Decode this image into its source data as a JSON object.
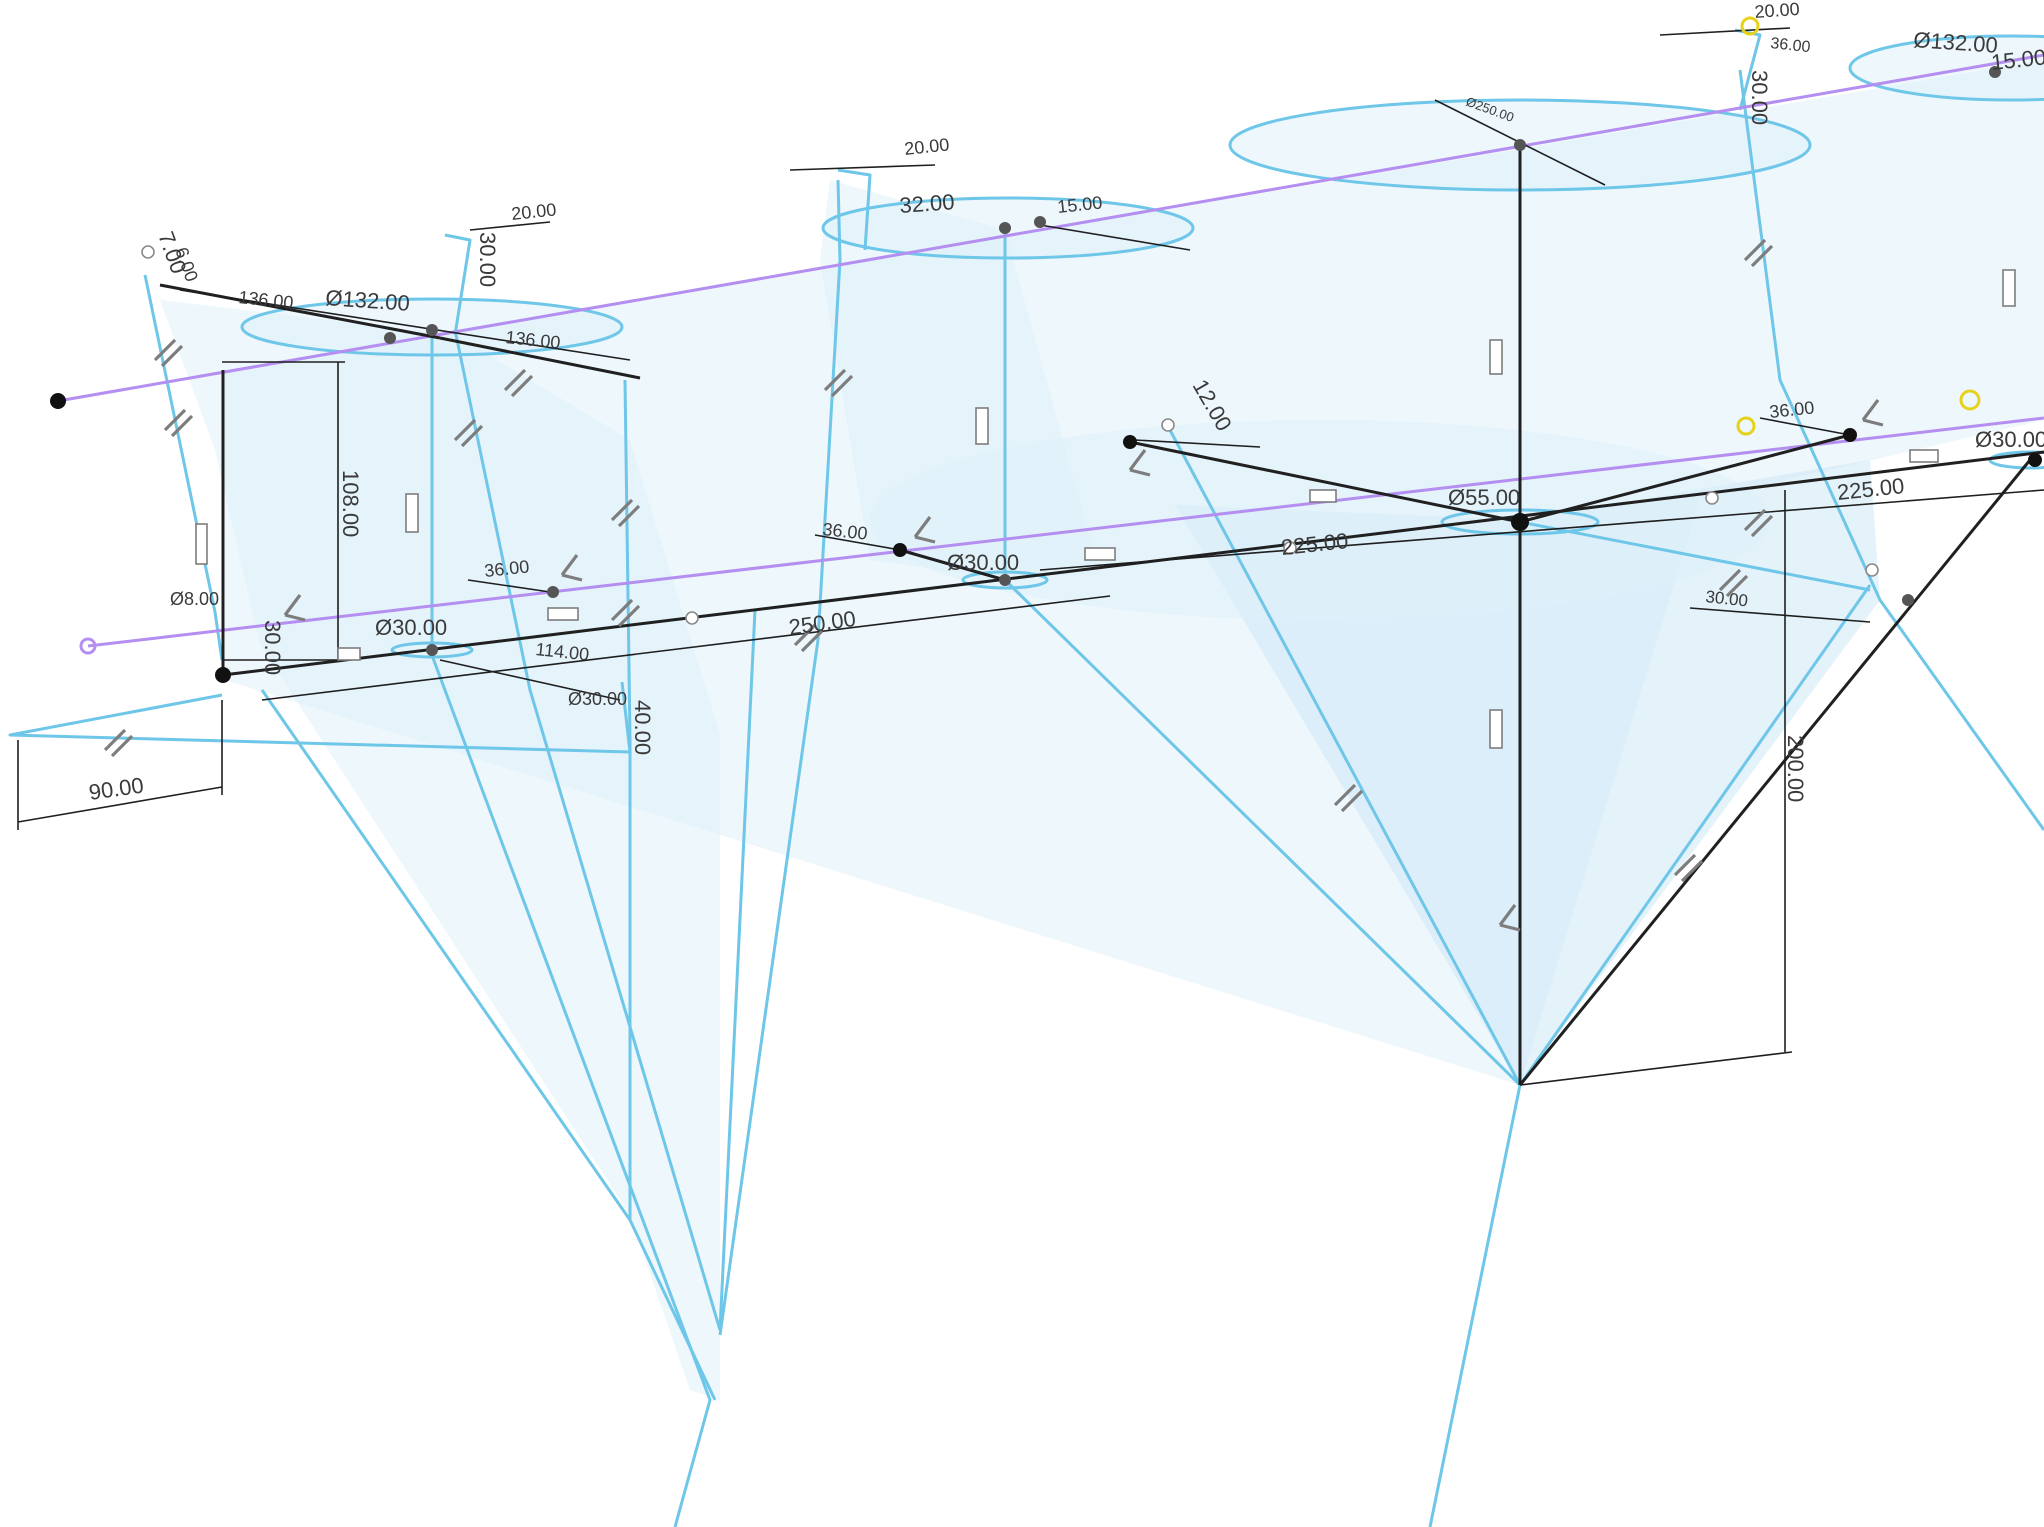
{
  "canvas": {
    "face_color": "#dff0fa",
    "sketch_line_color": "#6ec6e8",
    "dimension_color": "#1f1f1f",
    "construction_color": "#b48ef0",
    "highlight_color": "#e6d21a"
  },
  "dimensions": {
    "d_90": "90.00",
    "d_108": "108.00",
    "d_250": "250.00",
    "d_200": "200.00",
    "d_225_left": "225.00",
    "d_225_right": "225.00",
    "d_30_front": "30.00",
    "d_114": "114.00",
    "d_40_front": "40.00",
    "d_136_a": "136.00",
    "d_136_b": "136.00",
    "d_30_tab": "30.00",
    "d_20_tab": "20.00",
    "d_20_mid": "20.00",
    "d_15_mid": "15.00",
    "d_32_mid": "32.00",
    "d_20_right": "20.00",
    "d_30_right": "30.00",
    "d_15_right": "15.00",
    "d_36_a": "36.00",
    "d_36_b": "36.00",
    "d_36_c": "36.00",
    "d_36_d": "36.00",
    "d_30_small": "30.00",
    "d_12": "12.00",
    "d_7": "7.00",
    "d_6": "6.00",
    "dia_132_left": "Ø132.00",
    "dia_132_right": "Ø132.00",
    "dia_30_left": "Ø30.00",
    "dia_30_mid": "Ø30.00",
    "dia_30_right": "Ø30.00",
    "dia_55": "Ø55.00",
    "dia_small": "Ø8.00",
    "dia_top": "Ø250.00",
    "dia_front": "Ø30.00"
  }
}
